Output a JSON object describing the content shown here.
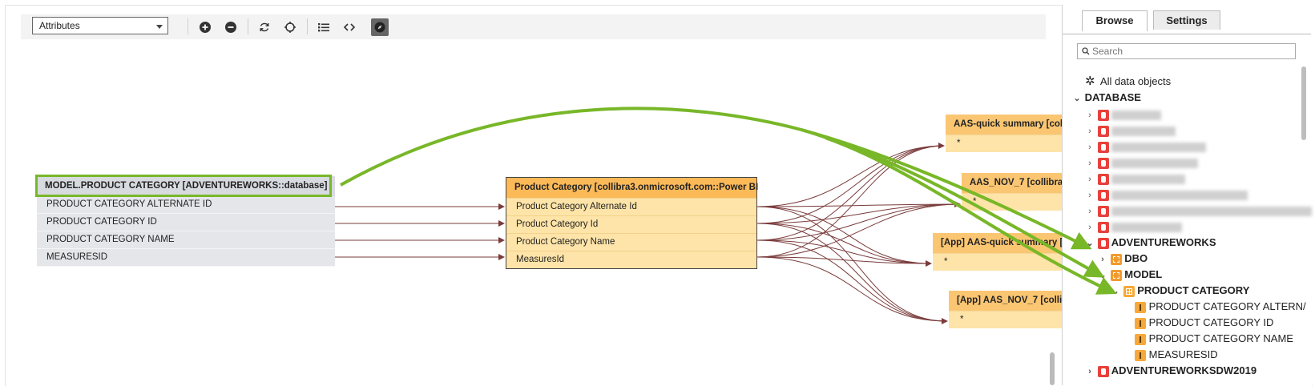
{
  "toolbar": {
    "view_select": "Attributes",
    "buttons": [
      "zoom-in-icon",
      "zoom-out-icon",
      "refresh-icon",
      "locate-icon",
      "list-icon",
      "code-icon",
      "compass-icon"
    ]
  },
  "source_node": {
    "title": "MODEL.PRODUCT CATEGORY [ADVENTUREWORKS::database]",
    "rows": [
      "PRODUCT CATEGORY ALTERNATE ID",
      "PRODUCT CATEGORY ID",
      "PRODUCT CATEGORY NAME",
      "MEASURESID"
    ]
  },
  "middle_node": {
    "title": "Product Category [collibra3.onmicrosoft.com::Power BI",
    "rows": [
      "Product Category Alternate Id",
      "Product Category Id",
      "Product Category Name",
      "MeasuresId"
    ]
  },
  "target_nodes": [
    {
      "title": "AAS-quick summary [coll",
      "row": "*"
    },
    {
      "title": "AAS_NOV_7 [collibra3",
      "row": "*"
    },
    {
      "title": "[App] AAS-quick summary [c",
      "row": "*"
    },
    {
      "title": "[App] AAS_NOV_7 [collibr",
      "row": "*"
    }
  ],
  "panel": {
    "tabs": [
      "Browse",
      "Settings"
    ],
    "active_tab": "Browse",
    "search_placeholder": "Search",
    "tree": {
      "all_objects": "All data objects",
      "database": "DATABASE",
      "adventureworks": "ADVENTUREWORKS",
      "dbo": "DBO",
      "model": "MODEL",
      "product_category": "PRODUCT CATEGORY",
      "columns": [
        "PRODUCT CATEGORY ALTERN/",
        "PRODUCT CATEGORY ID",
        "PRODUCT CATEGORY NAME",
        "MEASURESID"
      ],
      "next_db": "ADVENTUREWORKSDW2019"
    }
  },
  "colors": {
    "highlight": "#78b728",
    "node_header": "#fbb958",
    "node_body": "#fee4a8",
    "edge": "#7a3b3b",
    "db_icon": "#e8403a"
  }
}
